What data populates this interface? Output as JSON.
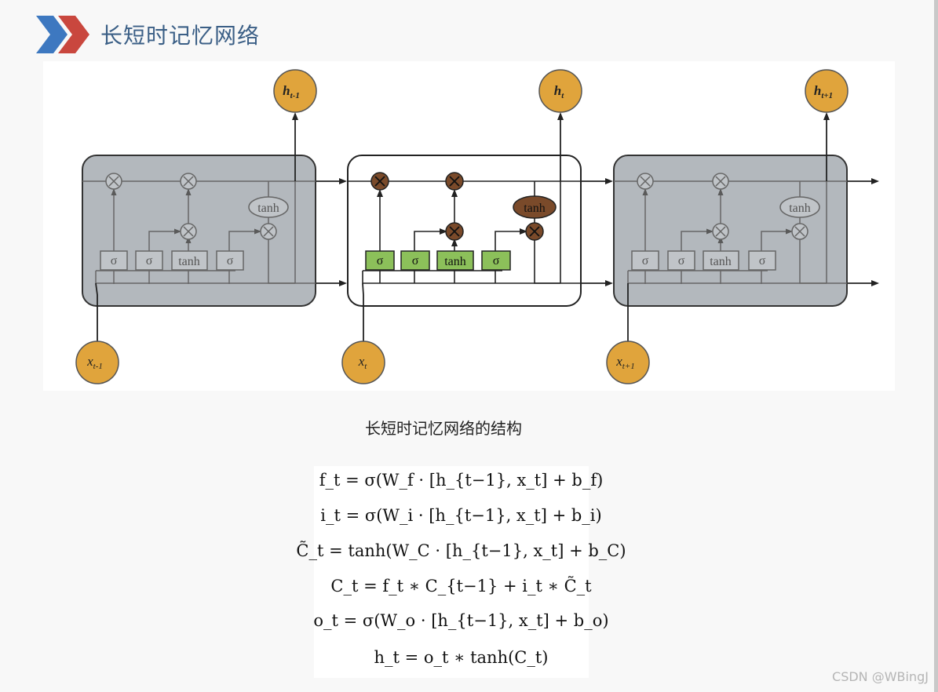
{
  "header": {
    "title": "长短时记忆网络"
  },
  "diagram": {
    "left_cell": {
      "outputs": [
        "h",
        "t-1"
      ],
      "input": [
        "x",
        "t-1"
      ],
      "gates": [
        "σ",
        "σ",
        "tanh",
        "σ"
      ],
      "state_tanh": "tanh"
    },
    "middle_cell": {
      "outputs": [
        "h",
        "t"
      ],
      "input": [
        "x",
        "t"
      ],
      "gates": [
        "σ",
        "σ",
        "tanh",
        "σ"
      ],
      "state_tanh": "tanh"
    },
    "right_cell": {
      "outputs": [
        "h",
        "t+1"
      ],
      "input": [
        "x",
        "t+1"
      ],
      "gates": [
        "σ",
        "σ",
        "tanh",
        "σ"
      ],
      "state_tanh": "tanh"
    },
    "colors": {
      "node_orange": "#e0a43c",
      "gate_green": "#8cc05a",
      "op_brown": "#7a4a2a",
      "cell_gray": "#b3b8bd"
    }
  },
  "caption": "长短时记忆网络的结构",
  "equations": [
    "f_t = σ(W_f · [h_{t−1}, x_t] + b_f)",
    "i_t = σ(W_i · [h_{t−1}, x_t] + b_i)",
    "C̃_t = tanh(W_C · [h_{t−1}, x_t] + b_C)",
    "C_t = f_t ∗ C_{t−1} + i_t ∗ C̃_t",
    "o_t = σ(W_o · [h_{t−1}, x_t] + b_o)",
    "h_t = o_t ∗ tanh(C_t)"
  ],
  "watermark": "CSDN @WBingJ"
}
